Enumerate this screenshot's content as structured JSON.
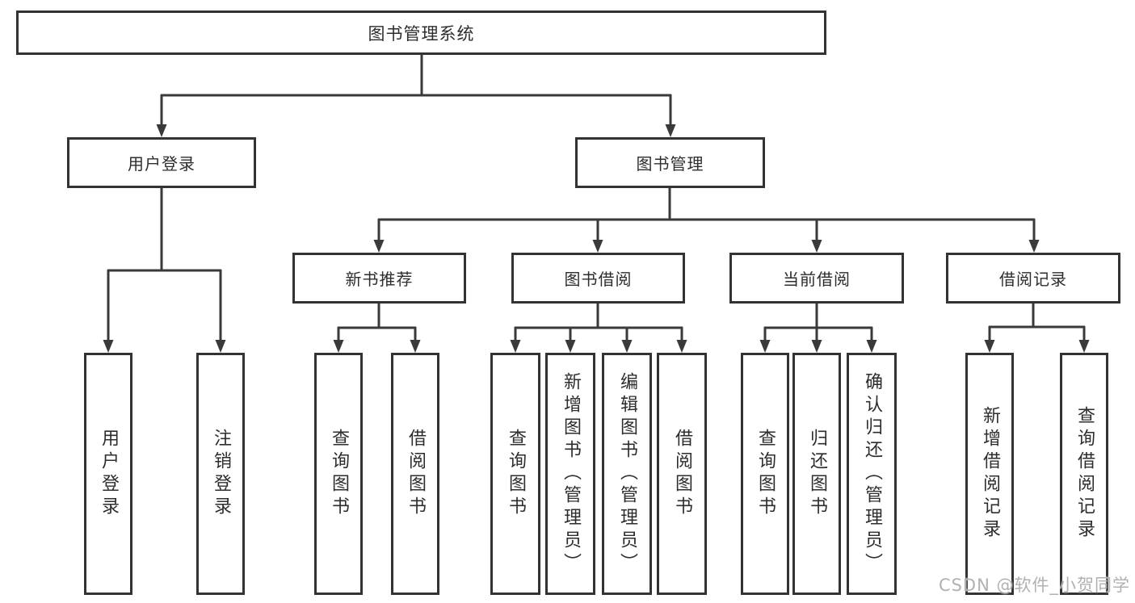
{
  "nodes": {
    "root": "图书管理系统",
    "level2": [
      "用户登录",
      "图书管理"
    ],
    "level3": [
      "新书推荐",
      "图书借阅",
      "当前借阅",
      "借阅记录"
    ],
    "leaves": [
      "用户登录",
      "注销登录",
      "查询图书",
      "借阅图书",
      "查询图书",
      "新增图书（管理员）",
      "编辑图书（管理员）",
      "借阅图书",
      "查询图书",
      "归还图书",
      "确认归还（管理员）",
      "新增借阅记录",
      "查询借阅记录"
    ]
  },
  "tree": {
    "图书管理系统": {
      "用户登录": [
        "用户登录",
        "注销登录"
      ],
      "图书管理": {
        "新书推荐": [
          "查询图书",
          "借阅图书"
        ],
        "图书借阅": [
          "查询图书",
          "新增图书（管理员）",
          "编辑图书（管理员）",
          "借阅图书"
        ],
        "当前借阅": [
          "查询图书",
          "归还图书",
          "确认归还（管理员）"
        ],
        "借阅记录": [
          "新增借阅记录",
          "查询借阅记录"
        ]
      }
    }
  },
  "colors": {
    "line": "#3a3a3a",
    "border": "#333333",
    "text": "#2d2d2d",
    "background": "#ffffff",
    "watermark": "#b1b1b1"
  },
  "watermark": "CSDN @软件_小贺同学"
}
